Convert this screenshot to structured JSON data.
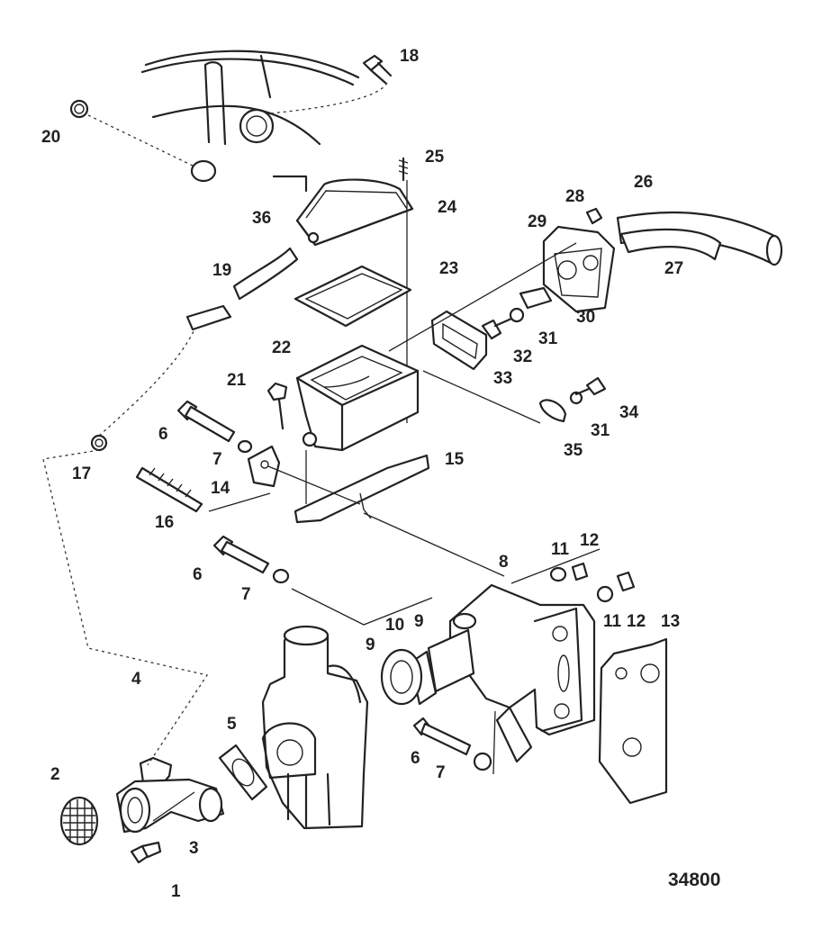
{
  "diagram": {
    "reference_number": "34800",
    "callouts": [
      "1",
      "2",
      "3",
      "4",
      "5",
      "6",
      "7",
      "8",
      "9",
      "10",
      "11",
      "12",
      "13",
      "14",
      "15",
      "16",
      "17",
      "18",
      "19",
      "20",
      "21",
      "22",
      "23",
      "24",
      "25",
      "26",
      "27",
      "28",
      "29",
      "30",
      "31",
      "32",
      "33",
      "34",
      "35",
      "36"
    ],
    "extra_callouts": {
      "6b": "6",
      "6c": "6",
      "7b": "7",
      "7c": "7",
      "9b": "9",
      "11b": "11",
      "12b": "12",
      "31b": "31"
    }
  },
  "colors": {
    "ink": "#222222",
    "background": "#ffffff"
  }
}
